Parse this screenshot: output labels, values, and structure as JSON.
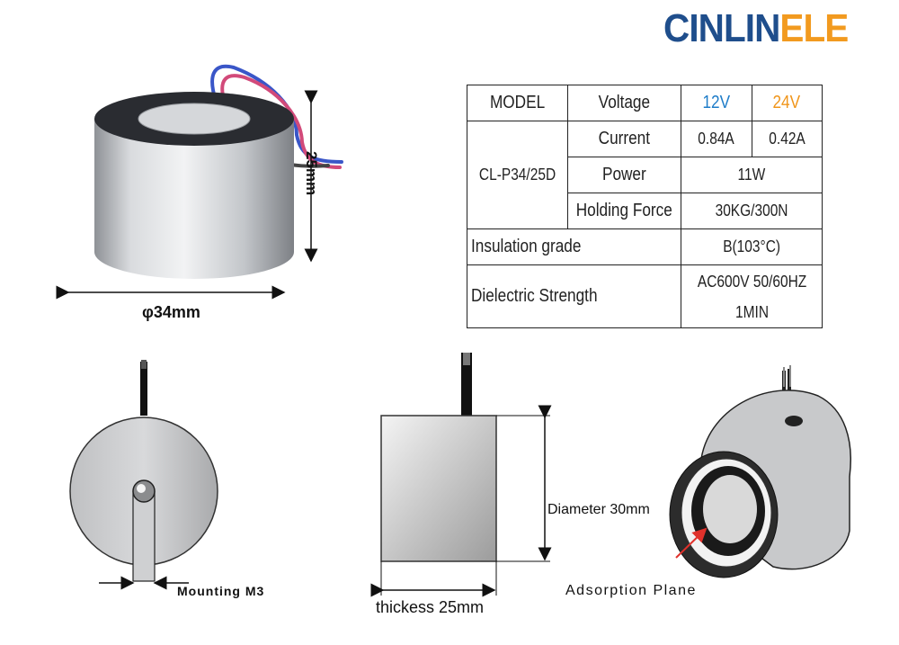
{
  "brand": {
    "part1": "CINLIN",
    "part2": "ELE",
    "color1": "#1f4e8c",
    "color2": "#f29a1f"
  },
  "photo": {
    "height_label": "25mm",
    "diameter_label": "φ34mm"
  },
  "spec_table": {
    "model_header": "MODEL",
    "voltage_header": "Voltage",
    "v12": "12V",
    "v24": "24V",
    "v12_color": "#1e7cc8",
    "v24_color": "#f0951a",
    "model_value": "CL-P34/25D",
    "current_label": "Current",
    "current_12": "0.84A",
    "current_24": "0.42A",
    "power_label": "Power",
    "power_value": "11W",
    "holding_label": "Holding Force",
    "holding_value": "30KG/300N",
    "insulation_label": "Insulation grade",
    "insulation_value": "B(103°C)",
    "dielectric_label": "Dielectric Strength",
    "dielectric_value_line1": "AC600V 50/60HZ",
    "dielectric_value_line2": "1MIN"
  },
  "drawings": {
    "mounting_label": "Mounting M3",
    "thickness_label": "thickess 25mm",
    "diameter_label": "Diameter 30mm",
    "adsorption_label": "Adsorption Plane"
  }
}
